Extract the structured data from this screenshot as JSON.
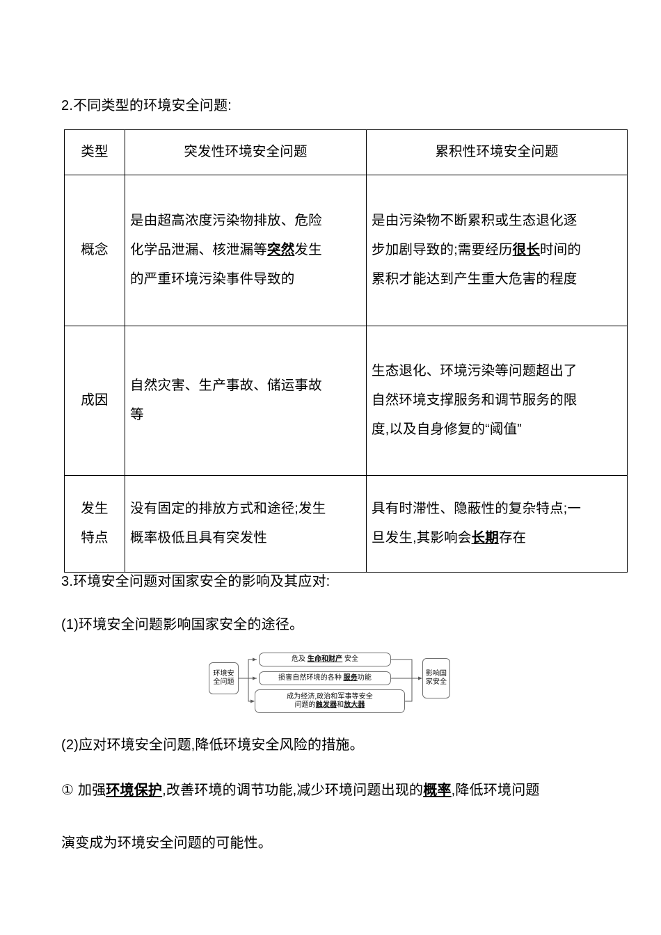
{
  "heading2": "2.不同类型的环境安全问题:",
  "table": {
    "header": {
      "label": "类型",
      "col_a": "突发性环境安全问题",
      "col_b": "累积性环境安全问题"
    },
    "rows": [
      {
        "label": "概念",
        "col_a": {
          "line1": "是由超高浓度污染物排放、危险",
          "line2_pre": "化学品泄漏、核泄漏等",
          "line2_em": "突然",
          "line2_post": "发生",
          "line3": "的严重环境污染事件导致的"
        },
        "col_b": {
          "line1": "是由污染物不断累积或生态退化逐",
          "line2_pre": "步加剧导致的;需要经历",
          "line2_em": "很长",
          "line2_post": "时间的",
          "line3": "累积才能达到产生重大危害的程度"
        }
      },
      {
        "label": "成因",
        "col_a": {
          "line1": "自然灾害、生产事故、储运事故",
          "line2": "等"
        },
        "col_b": {
          "line1": "生态退化、环境污染等问题超出了",
          "line2": "自然环境支撑服务和调节服务的限",
          "line3": "度,以及自身修复的“阈值”"
        }
      },
      {
        "label": "发生特点",
        "label_line1": "发生",
        "label_line2": "特点",
        "col_a": {
          "line1": "没有固定的排放方式和途径;发生",
          "line2": "概率极低且具有突发性"
        },
        "col_b": {
          "line1": "具有时滞性、隐蔽性的复杂特点;一",
          "line2_pre": "旦发生,其影响会",
          "line2_em": "长期",
          "line2_post": "存在"
        }
      }
    ]
  },
  "heading3": "3.环境安全问题对国家安全的影响及其应对:",
  "item1": "(1)环境安全问题影响国家安全的途径。",
  "flowchart": {
    "source_line1": "环境安",
    "source_line2": "全问题",
    "path_life_pre": "危及 ",
    "path_life_em": "生命和财产",
    "path_life_post": " 安全",
    "path_service_pre": "损害自然环境的各种 ",
    "path_service_em": "服务",
    "path_service_post": "功能",
    "path_trigger_line1": "成为经济,政治和军事等安全",
    "path_trigger_line2_pre": "问题的",
    "path_trigger_line2_em1": "触发器",
    "path_trigger_line2_mid": "和",
    "path_trigger_line2_em2": "放大器",
    "target_line1": "影响国",
    "target_line2": "家安全"
  },
  "item2": "(2)应对环境安全问题,降低环境安全风险的措施。",
  "measure1": {
    "prefix": "① 加强",
    "em1": "环境保护",
    "mid": ",改善环境的调节功能,减少环境问题出现的",
    "em2": "概率",
    "suffix": ",降低环境问题",
    "line2": "演变成为环境安全问题的可能性。"
  }
}
